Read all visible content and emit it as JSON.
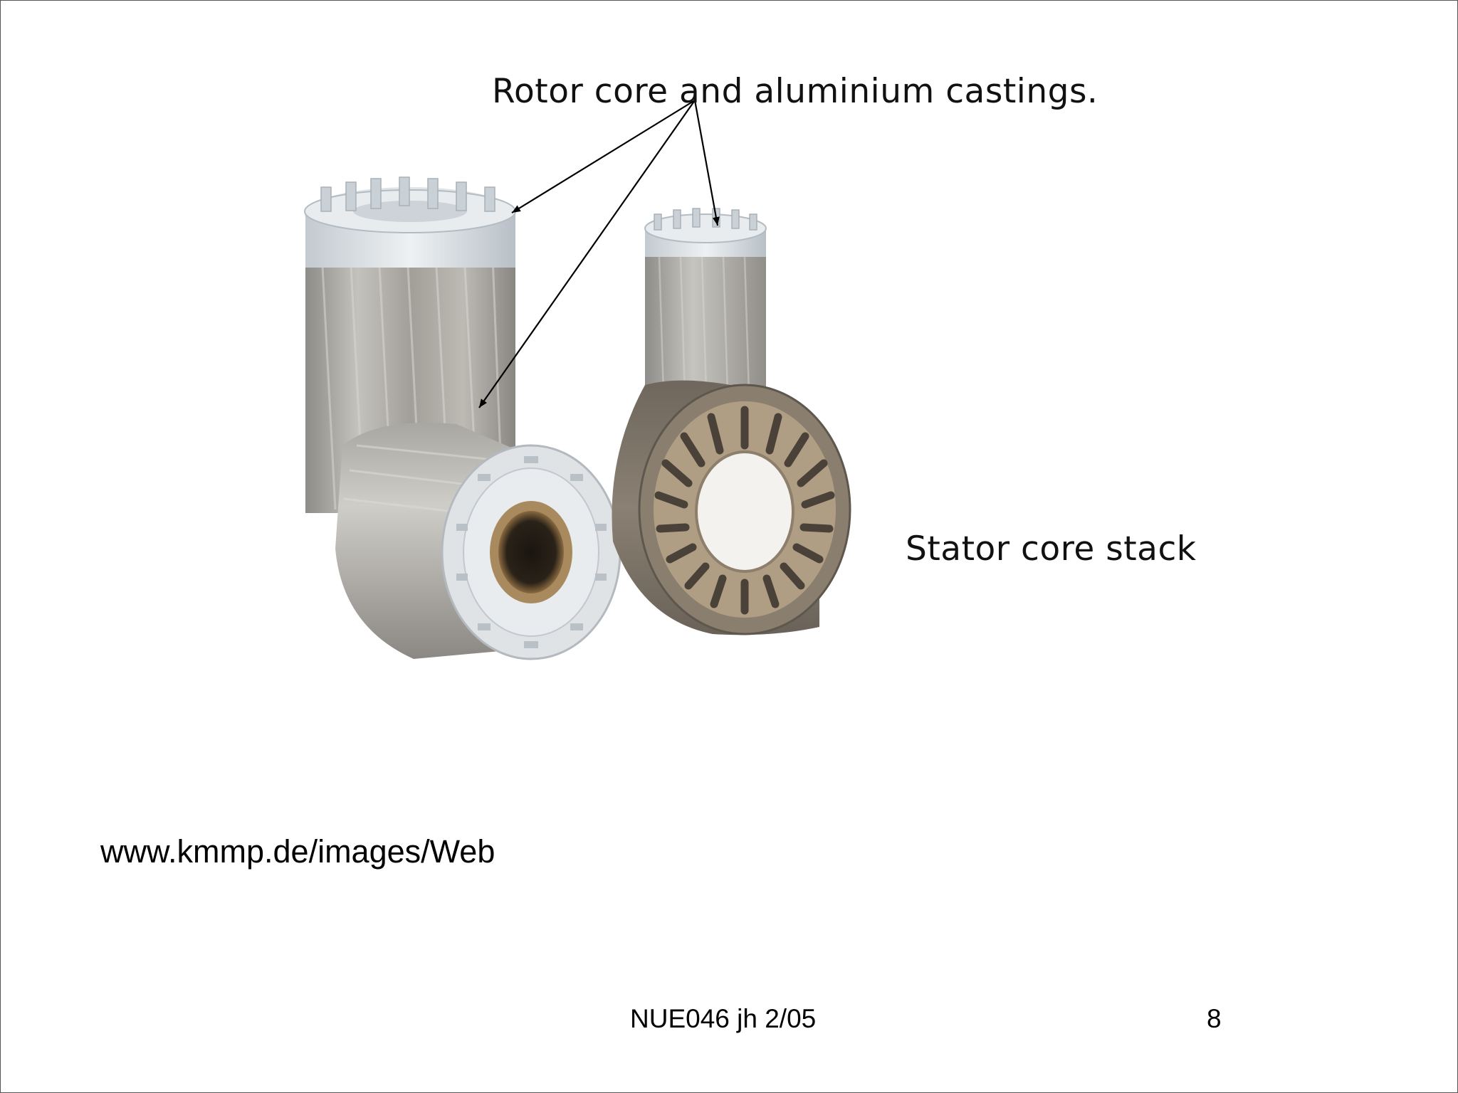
{
  "slide": {
    "rotor_caption": "Rotor core and aluminium castings.",
    "stator_caption": "Stator core stack",
    "source_url": "www.kmmp.de/images/Web",
    "footer_id": "NUE046 jh 2/05",
    "page_number": "8"
  },
  "colors": {
    "background": "#ffffff",
    "text": "#000000",
    "border": "#555555",
    "rotor_steel": "#a8a6a0",
    "aluminium": "#d7dde2",
    "stator_laminate": "#7c7163",
    "stator_slots": "#b09e84"
  }
}
